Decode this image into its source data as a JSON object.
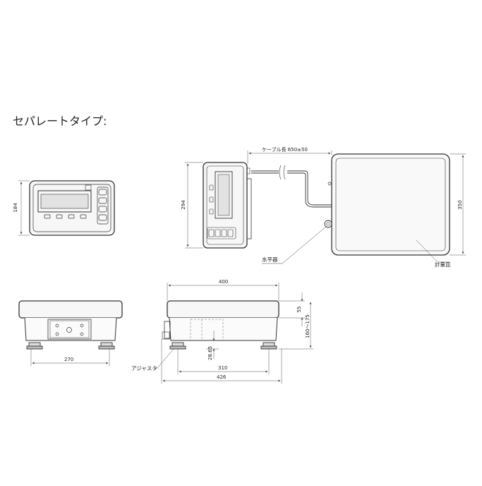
{
  "heading": "セパレートタイプ:",
  "dimensions": {
    "display_height": "184",
    "assembly_height": "294",
    "cable_length": "ケーブル長  650±50",
    "platform_depth": "350",
    "base_width": "270",
    "top_width": "400",
    "pan_height": "55",
    "overall_height": "160～175",
    "adjuster_height": "28.65",
    "foot_span": "310",
    "overall_width": "426"
  },
  "labels": {
    "level": "水平器",
    "weighing_pan": "計量皿",
    "adjuster": "アジャスタ"
  },
  "colors": {
    "line": "#333333",
    "dim_line": "#555555",
    "screen": "#e2e2e2",
    "fill": "#f7f7f7"
  }
}
